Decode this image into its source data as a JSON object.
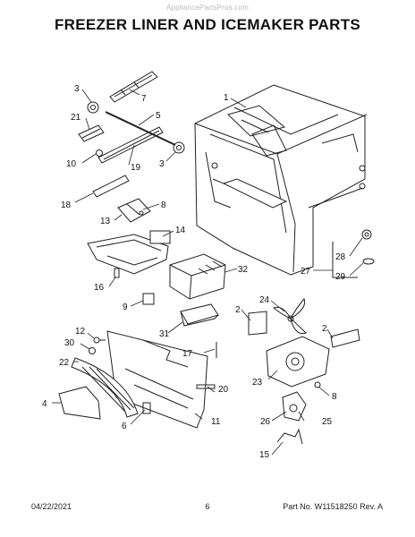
{
  "watermark": "AppliancePartsPros.com",
  "title": "FREEZER LINER AND ICEMAKER PARTS",
  "footer": {
    "date": "04/22/2021",
    "page": "6",
    "part_number": "Part No. W11518250  Rev. A"
  },
  "callouts": [
    "1",
    "2",
    "2",
    "3",
    "3",
    "4",
    "5",
    "6",
    "7",
    "8",
    "8",
    "9",
    "10",
    "11",
    "12",
    "13",
    "14",
    "15",
    "16",
    "17",
    "18",
    "19",
    "20",
    "21",
    "22",
    "23",
    "24",
    "25",
    "26",
    "27",
    "28",
    "29",
    "30",
    "31",
    "32"
  ]
}
